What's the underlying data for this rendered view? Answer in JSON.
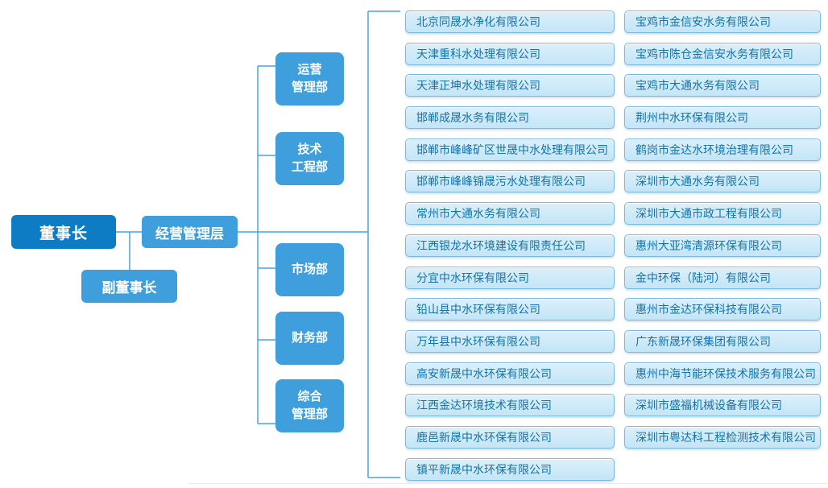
{
  "org_chart": {
    "chairman_label": "董事长",
    "vice_chairman_label": "副董事长",
    "management_label": "经营管理层",
    "departments": [
      "运营\n管理部",
      "技术\n工程部",
      "市场部",
      "财务部",
      "综合\n管理部"
    ],
    "companies_left": [
      "北京同晟水净化有限公司",
      "天津重科水处理有限公司",
      "天津正坤水处理有限公司",
      "邯郸成晟水务有限公司",
      "邯郸市峰峰矿区世晟中水处理有限公司",
      "邯郸市峰峰锦晟污水处理有限公司",
      "常州市大通水务有限公司",
      "江西银龙水环境建设有限责任公司",
      "分宜中水环保有限公司",
      "铅山县中水环保有限公司",
      "万年县中水环保有限公司",
      "高安新晟中水环保有限公司",
      "江西金达环境技术有限公司",
      "鹿邑新晟中水环保有限公司",
      "镇平新晟中水环保有限公司"
    ],
    "companies_right": [
      "宝鸡市金信安水务有限公司",
      "宝鸡市陈仓金信安水务有限公司",
      "宝鸡市大通水务有限公司",
      "荆州中水环保有限公司",
      "鹤岗市金达水环境治理有限公司",
      "深圳市大通水务有限公司",
      "深圳市大通市政工程有限公司",
      "惠州大亚湾清源环保有限公司",
      "金中环保（陆河）有限公司",
      "惠州市金达环保科技有限公司",
      "广东新晟环保集团有限公司",
      "惠州中海节能环保技术服务有限公司",
      "深圳市盛福机械设备有限公司",
      "深圳市粤达科工程检测技术有限公司"
    ]
  },
  "colors": {
    "chairman_bg": "#0d7cc4",
    "secondary_bg": "#3f9fdd",
    "company_fill_top": "#dcf0fb",
    "company_fill_bottom": "#c3e5f7",
    "company_border": "#79b9e2",
    "company_text": "#1273ad",
    "connector_line": "#49a4e0"
  }
}
